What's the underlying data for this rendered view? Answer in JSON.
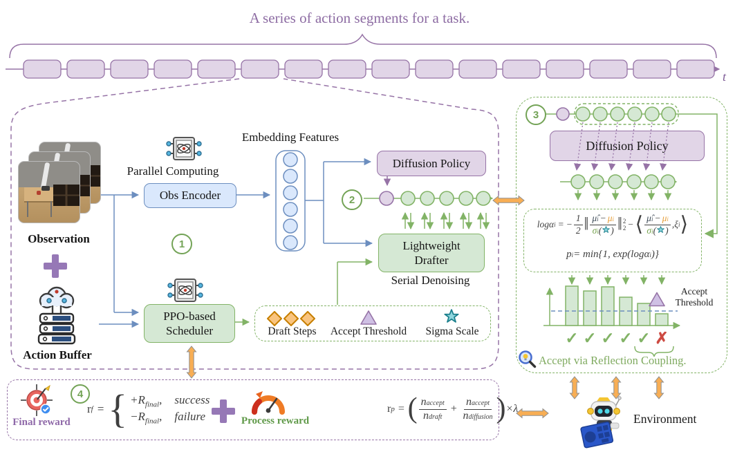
{
  "title": "A series of action segments for a task.",
  "timeline": {
    "segments": 16,
    "t_label": "t"
  },
  "steps": {
    "s1": "1",
    "s2": "2",
    "s3": "3",
    "s4": "4"
  },
  "left": {
    "observation": "Observation",
    "action_buffer": "Action Buffer",
    "parallel_computing": "Parallel Computing",
    "obs_encoder": "Obs Encoder",
    "embedding_features": "Embedding Features",
    "diffusion_policy": "Diffusion Policy",
    "drafter_line1": "Lightweight",
    "drafter_line2": "Drafter",
    "serial_denoising": "Serial Denoising",
    "ppo_line1": "PPO-based",
    "ppo_line2": "Scheduler",
    "draft_steps": "Draft Steps",
    "accept_threshold": "Accept Threshold",
    "sigma_scale": "Sigma Scale"
  },
  "right": {
    "diffusion_policy": "Diffusion Policy",
    "accept_line1": "Accept",
    "accept_line2": "Threshold",
    "caption": "Accept via Reflection Coupling.",
    "chart": {
      "type": "bar",
      "bar_heights": [
        57,
        50,
        56,
        41,
        32,
        17
      ],
      "threshold_height": 21,
      "marks": [
        "✓",
        "✓",
        "✓",
        "✓",
        "✓",
        "✗"
      ]
    }
  },
  "formulas": {
    "log_alpha": {
      "lhs": "logα",
      "lhs_sub": "i",
      "eq": "=",
      "neg": "−",
      "half_n": "1",
      "half_d": "2",
      "norm": "‖",
      "norm_sup": "2",
      "norm_sub": "2",
      "mu_hat": "μ̂",
      "mu_hat_sub": "i",
      "minus": "−",
      "mu": "μ",
      "mu_sub": "i",
      "sigma": "σ",
      "sigma_sub": "i",
      "paren_l": "(",
      "paren_r": ")",
      "minus2": "−",
      "ang_l": "⟨",
      "ang_r": "⟩",
      "comma": ", ",
      "xi": "ξ",
      "xi_sub": "i"
    },
    "p": {
      "lhs": "p",
      "lhs_sub": "i",
      "mid": " = min{1, exp(logα",
      "mid_sub": "i",
      "end": ")}"
    },
    "r_f": {
      "lhs": "r",
      "lhs_sub": "f",
      "eq": "=",
      "brace": "{",
      "r1a": "+R",
      "r1a_sub": "final",
      "r1c": ",",
      "r1b": "success",
      "r2a": "−R",
      "r2a_sub": "final",
      "r2c": ",",
      "r2b": "failure"
    },
    "r_p": {
      "lhs": "r",
      "lhs_sub": "p",
      "eq": "=",
      "paren_l": "(",
      "f1n": "n",
      "f1n_sub": "accept",
      "f1d": "n",
      "f1d_sub": "draft",
      "plus": "+",
      "f2n": "n",
      "f2n_sub": "accept",
      "f2d": "n",
      "f2d_sub": "diffusion",
      "paren_r": ")",
      "times": "×",
      "lambda": "λ"
    }
  },
  "bottom": {
    "final_reward": "Final reward",
    "process_reward": "Process reward",
    "environment": "Environment"
  },
  "icons": {
    "chip": "processor-chip",
    "cloud_server": "action-buffer-cloud-server",
    "target": "final-reward-target",
    "speedometer": "process-reward-speedometer",
    "magnifier": "magnifier-bulb",
    "robot": "environment-robot",
    "star": "★",
    "triangle": "▲",
    "diamond": "◆",
    "check": "✓",
    "cross": "✗"
  },
  "colors": {
    "purple": "#9673a6",
    "purple_fill": "#e1d5e7",
    "green": "#82b366",
    "green_fill": "#d5e8d4",
    "blue": "#6c8ebf",
    "blue_fill": "#dae8fc",
    "orange": "#F8AE54",
    "mu_orange": "#e69f3c",
    "sigma_green": "#76a24e",
    "red": "#cd4a42"
  }
}
